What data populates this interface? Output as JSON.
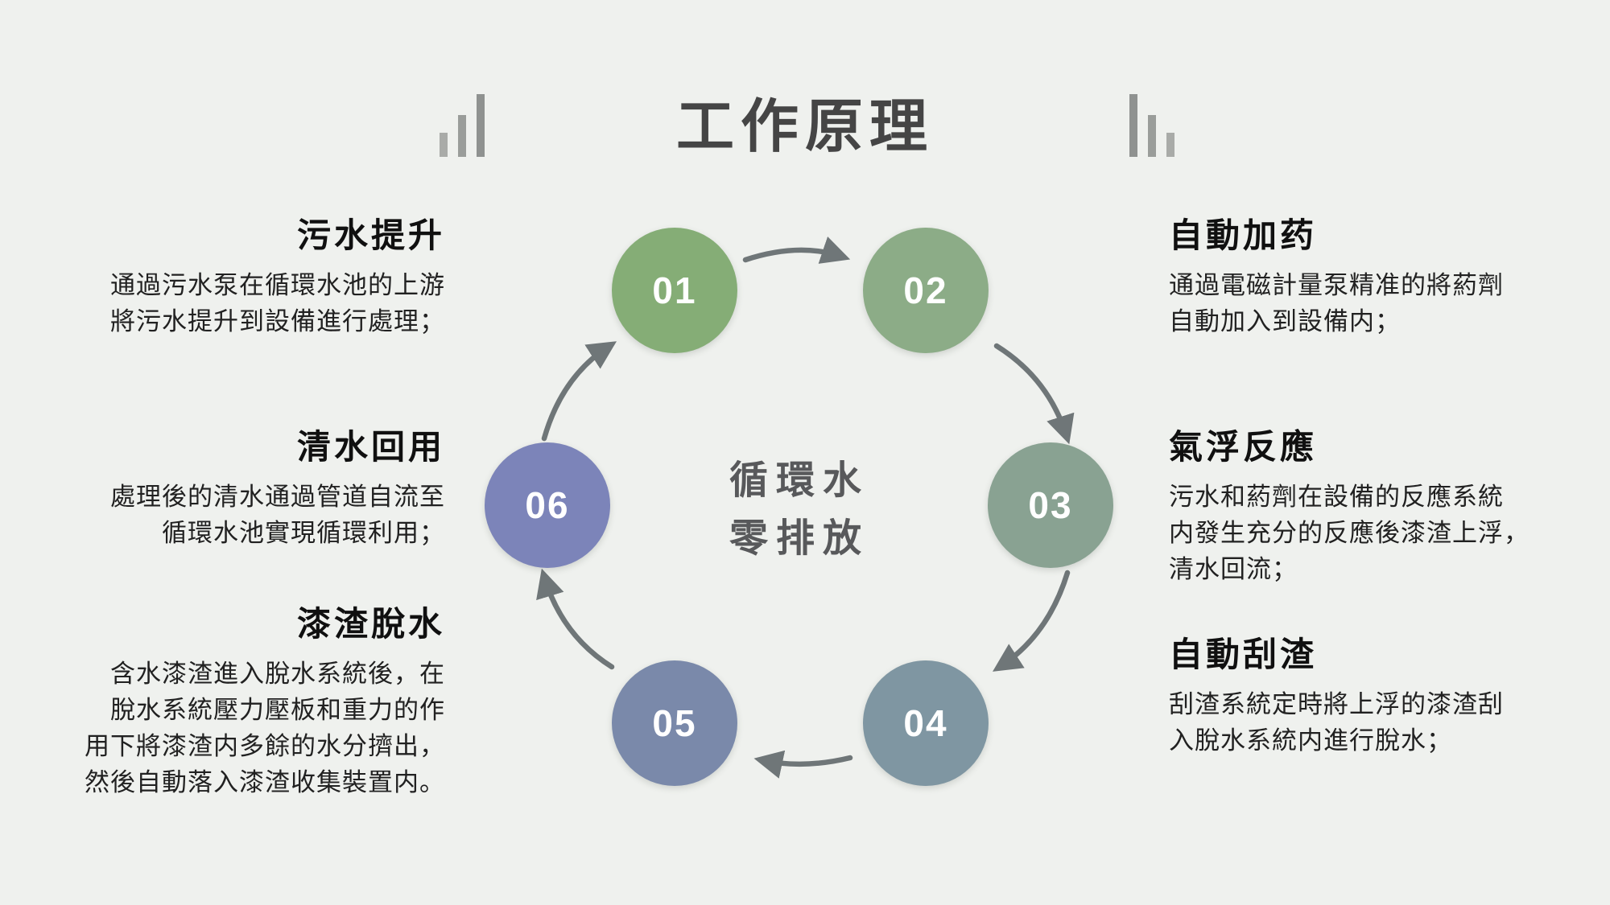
{
  "background_color": "#eff1ee",
  "header": {
    "title": "工作原理"
  },
  "colors": {
    "title_text": "#454545",
    "heading_text": "#101010",
    "body_text": "#212121",
    "center_text": "#58595b",
    "arrow": "#6f7678",
    "bar_short": "#a9aba8",
    "bar_medium": "#9a9d9a",
    "bar_tall": "#8f9290"
  },
  "cycle": {
    "center_label_line1": "循環水",
    "center_label_line2": "零排放",
    "circles": [
      {
        "number": "01",
        "color": "#85ad76"
      },
      {
        "number": "02",
        "color": "#8cac87"
      },
      {
        "number": "03",
        "color": "#89a292"
      },
      {
        "number": "04",
        "color": "#7f96a2"
      },
      {
        "number": "05",
        "color": "#7a89aa"
      },
      {
        "number": "06",
        "color": "#7c84b9"
      }
    ]
  },
  "left_column": [
    {
      "title": "污水提升",
      "body": "通過污水泵在循環水池的上游\n將污水提升到設備進行處理；"
    },
    {
      "title": "清水回用",
      "body": "處理後的清水通過管道自流至\n循環水池實現循環利用；"
    },
    {
      "title": "漆渣脫水",
      "body": "含水漆渣進入脫水系統後，在\n脫水系統壓力壓板和重力的作\n用下將漆渣内多餘的水分擠出，\n然後自動落入漆渣收集裝置内。"
    }
  ],
  "right_column": [
    {
      "title": "自動加药",
      "body": "通過電磁計量泵精准的將葯劑\n自動加入到設備内；"
    },
    {
      "title": "氣浮反應",
      "body": "污水和葯劑在設備的反應系統\n内發生充分的反應後漆渣上浮，\n清水回流；"
    },
    {
      "title": "自動刮渣",
      "body": "刮渣系統定時將上浮的漆渣刮\n入脫水系統内進行脫水；"
    }
  ]
}
